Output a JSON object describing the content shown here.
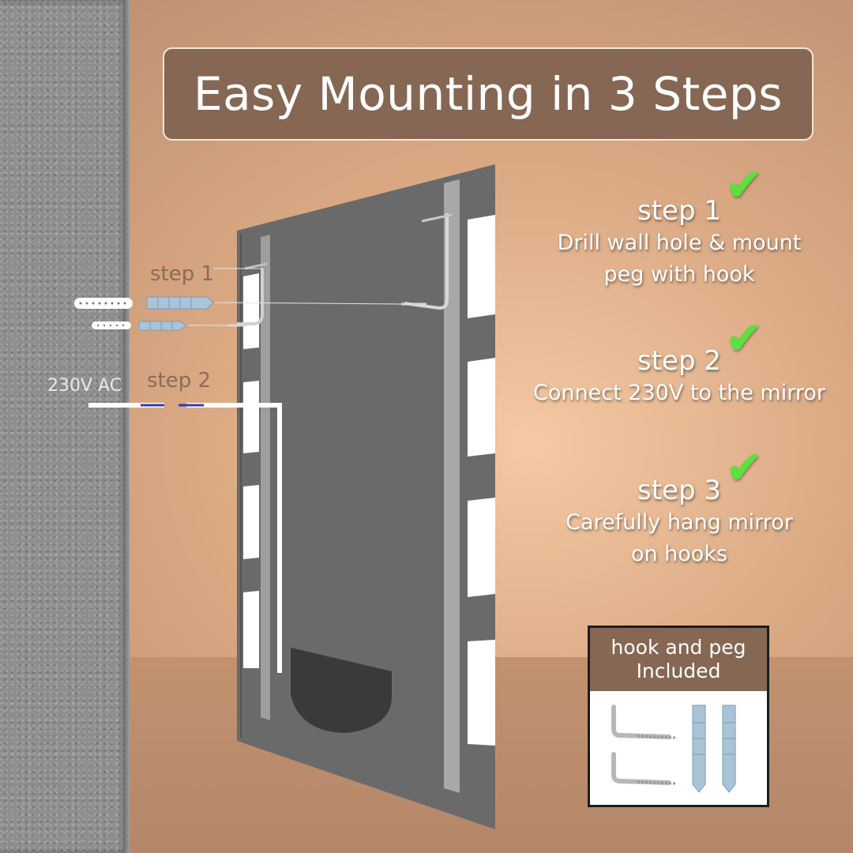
{
  "title": "Easy Mounting in 3 Steps",
  "diagram": {
    "step1_label": "step 1",
    "step2_label": "step 2",
    "voltage_label": "230V AC"
  },
  "steps": [
    {
      "title": "step 1",
      "desc_line1": "Drill wall hole & mount",
      "desc_line2": "peg with hook"
    },
    {
      "title": "step 2",
      "desc_line1": "Connect 230V to the mirror",
      "desc_line2": ""
    },
    {
      "title": "step 3",
      "desc_line1": "Carefully hang mirror",
      "desc_line2": "on hooks"
    }
  ],
  "check_glyph": "✔",
  "included": {
    "line1": "hook and peg",
    "line2": "Included"
  },
  "colors": {
    "accent_brown": "#856753",
    "check_green": "#58e23d",
    "mirror_gray": "#6a6a6a",
    "wire_blue": "#2a3fb0"
  },
  "icons": [
    "wall-hook-icon",
    "wall-plug-icon",
    "checkmark-icon",
    "screw-hook-icon"
  ]
}
